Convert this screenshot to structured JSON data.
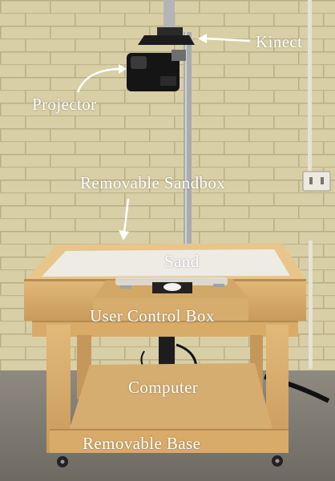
{
  "labels": {
    "kinect": "Kinect",
    "projector": "Projector",
    "sandbox": "Removable Sandbox",
    "sand": "Sand",
    "control_box": "User Control Box",
    "computer": "Computer",
    "base": "Removable Base"
  },
  "colors": {
    "wall": "#d9d0a6",
    "wood": "#d9ae6f",
    "sand": "#ece8e0",
    "label": "#ffffff"
  }
}
